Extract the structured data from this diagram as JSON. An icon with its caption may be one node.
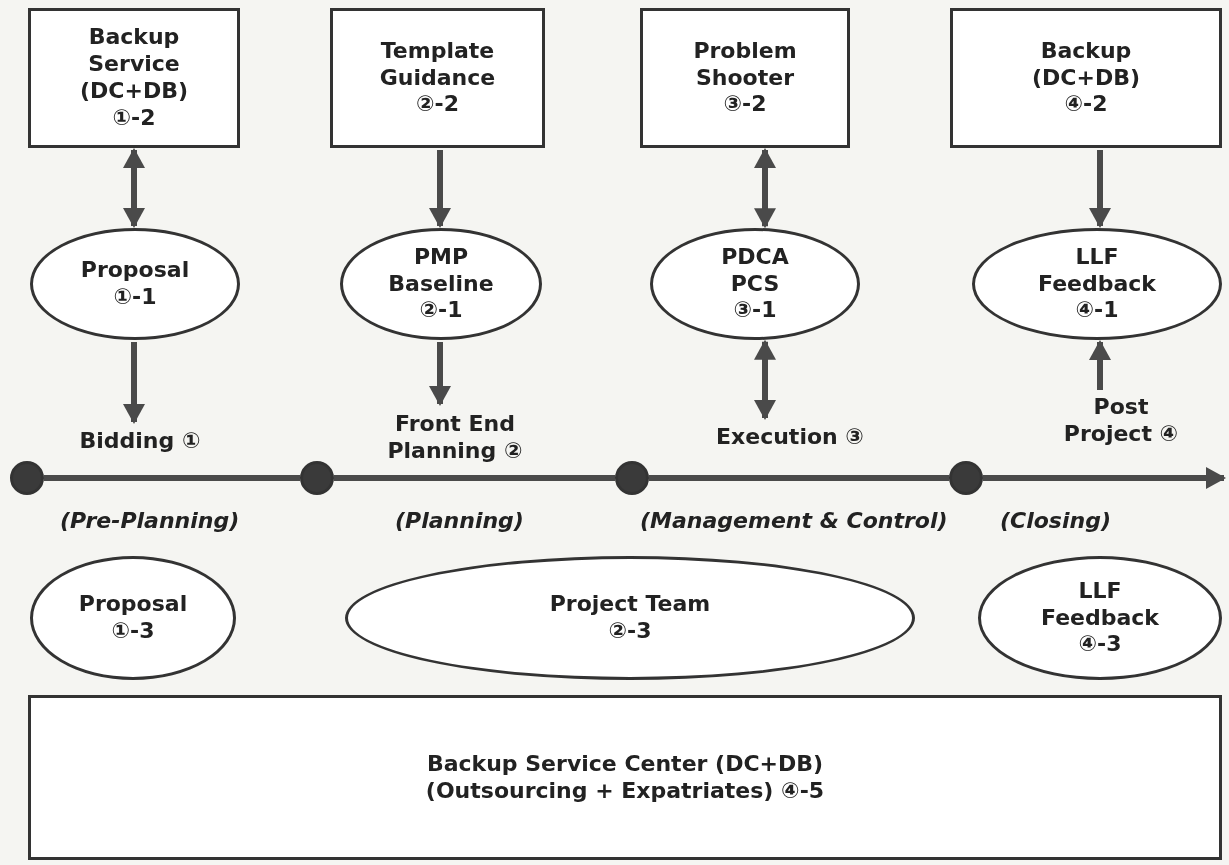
{
  "diagram": {
    "nodes": [
      {
        "text": [
          "Backup Service (DC+DB)",
          "①-2"
        ]
      },
      {
        "text": [
          "Template Guidance",
          "②-2"
        ]
      },
      {
        "text": [
          "Problem Shooter",
          "③-2"
        ]
      },
      {
        "text": [
          "Backup (DC+DB)",
          "④-2"
        ]
      },
      {
        "text": [
          "Proposal",
          "①-1"
        ]
      },
      {
        "text": [
          "PMP Baseline",
          "②-1"
        ]
      },
      {
        "text": [
          "PDCA PCS",
          "③-1"
        ]
      },
      {
        "text": [
          "LLF Feedback",
          "④-1"
        ]
      },
      {
        "text": [
          "Bidding ①"
        ]
      },
      {
        "text": [
          "Front End Planning ②"
        ]
      },
      {
        "text": [
          "Execution ③"
        ]
      },
      {
        "text": [
          "Post Project ④"
        ]
      },
      {
        "text": [],
        "shape": "circle"
      },
      {
        "text": [],
        "shape": "circle"
      },
      {
        "text": [],
        "shape": "circle"
      },
      {
        "text": [],
        "shape": "circle"
      },
      {
        "text": [
          "Proposal",
          "①-3"
        ]
      },
      {
        "text": [
          "Project Team",
          "②-3"
        ]
      },
      {
        "text": [
          "LLF Feedback",
          "④-3"
        ]
      },
      {
        "text": [
          "Backup Service Center (DC+DB) (Outsourcing + Expatriates) ④-5"
        ]
      }
    ],
    "edges": [
      {
        "from": 0,
        "to": 4,
        "arrow": "both"
      },
      {
        "from": 1,
        "to": 5,
        "arrow": "to"
      },
      {
        "from": 2,
        "to": 6,
        "arrow": "both"
      },
      {
        "from": 3,
        "to": 7,
        "arrow": "to"
      },
      {
        "from": 4,
        "to": 8,
        "arrow": "to"
      },
      {
        "from": 5,
        "to": 9,
        "arrow": "to"
      },
      {
        "from": 6,
        "to": 10,
        "arrow": "both"
      },
      {
        "from": 11,
        "to": 7,
        "arrow": "to"
      },
      {
        "from": 12,
        "to": 13,
        "arrow": "none"
      },
      {
        "from": 13,
        "to": 14,
        "arrow": "none"
      },
      {
        "from": 14,
        "to": 15,
        "arrow": "none"
      },
      {
        "from": 15,
        "to": null,
        "arrow": "to"
      }
    ],
    "labels": [
      "(Pre-Planning)",
      "(Planning)",
      "(Management & Control)",
      "(Closing)"
    ]
  }
}
